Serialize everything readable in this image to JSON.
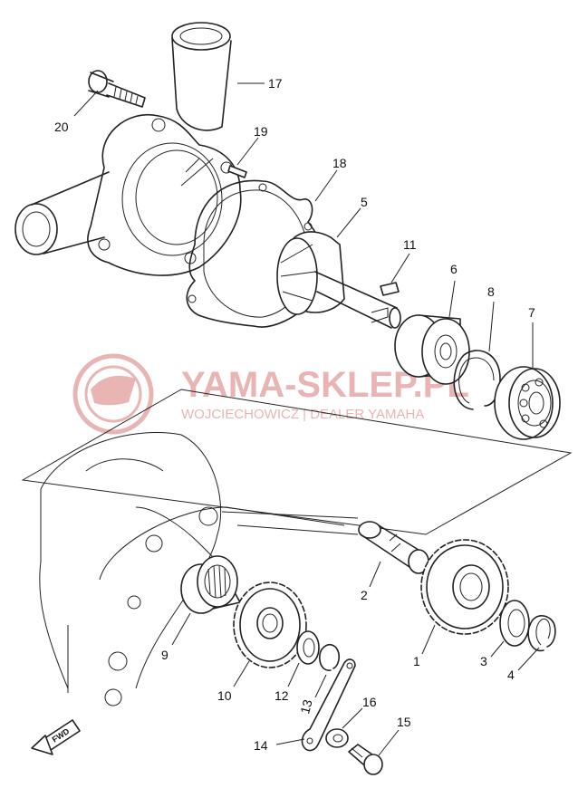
{
  "parts": [
    {
      "number": "1"
    },
    {
      "number": "2"
    },
    {
      "number": "3"
    },
    {
      "number": "4"
    },
    {
      "number": "5"
    },
    {
      "number": "6"
    },
    {
      "number": "7"
    },
    {
      "number": "8"
    },
    {
      "number": "9"
    },
    {
      "number": "10"
    },
    {
      "number": "11"
    },
    {
      "number": "12"
    },
    {
      "number": "13"
    },
    {
      "number": "14"
    },
    {
      "number": "15"
    },
    {
      "number": "16"
    },
    {
      "number": "17"
    },
    {
      "number": "18"
    },
    {
      "number": "19"
    },
    {
      "number": "20"
    }
  ],
  "watermark": {
    "brand": "YAMA-SKLEP.PL",
    "subtitle": "WOJCIECHOWICZ | DEALER YAMAHA"
  },
  "direction_badge": "FWD",
  "colors": {
    "line": "#222222",
    "watermark": "#e6a7a7",
    "background": "#ffffff"
  }
}
